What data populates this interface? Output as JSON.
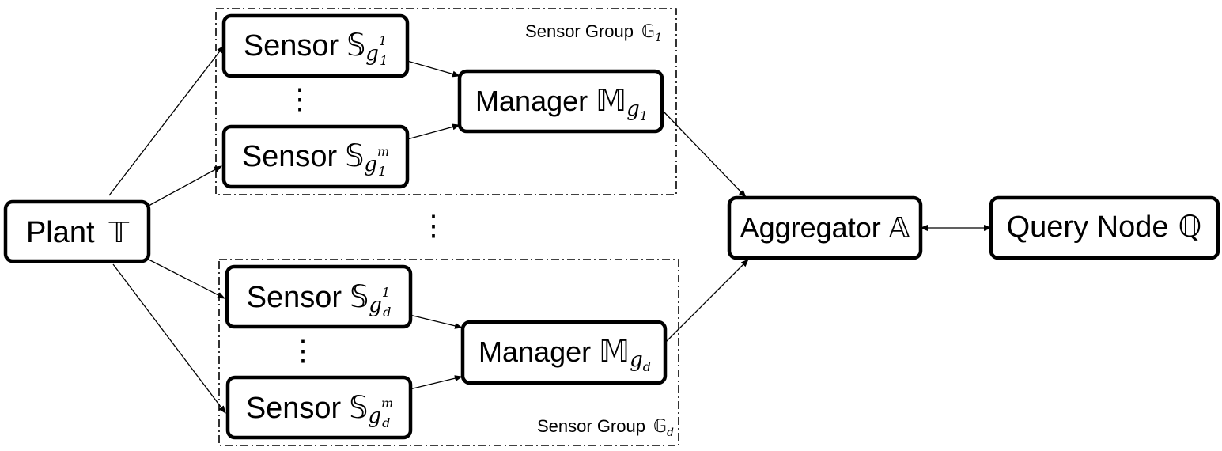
{
  "nodes": {
    "plant": {
      "label": "Plant",
      "symbol": "𝕋"
    },
    "sensor_g1_1": {
      "label": "Sensor",
      "symbol": "𝕊",
      "sub": "g",
      "sub_sub": "1",
      "sub_sup": "1"
    },
    "sensor_g1_m": {
      "label": "Sensor",
      "symbol": "𝕊",
      "sub": "g",
      "sub_sub": "1",
      "sub_sup": "m"
    },
    "manager_g1": {
      "label": "Manager",
      "symbol": "𝕄",
      "sub": "g",
      "sub_sub": "1"
    },
    "sensor_gd_1": {
      "label": "Sensor",
      "symbol": "𝕊",
      "sub": "g",
      "sub_sub": "d",
      "sub_sup": "1"
    },
    "sensor_gd_m": {
      "label": "Sensor",
      "symbol": "𝕊",
      "sub": "g",
      "sub_sub": "d",
      "sub_sup": "m"
    },
    "manager_gd": {
      "label": "Manager",
      "symbol": "𝕄",
      "sub": "g",
      "sub_sub": "d"
    },
    "aggregator": {
      "label": "Aggregator",
      "symbol": "𝔸"
    },
    "query": {
      "label": "Query Node",
      "symbol": "ℚ"
    }
  },
  "groups": {
    "g1": {
      "label": "Sensor Group",
      "symbol": "𝔾",
      "sub": "1"
    },
    "gd": {
      "label": "Sensor Group",
      "symbol": "𝔾",
      "sub": "d"
    }
  },
  "ellipsis": "⋮",
  "edges": [
    {
      "from": "plant",
      "to": "sensor_g1_1",
      "direction": "forward"
    },
    {
      "from": "plant",
      "to": "sensor_g1_m",
      "direction": "forward"
    },
    {
      "from": "plant",
      "to": "sensor_gd_1",
      "direction": "forward"
    },
    {
      "from": "plant",
      "to": "sensor_gd_m",
      "direction": "forward"
    },
    {
      "from": "sensor_g1_1",
      "to": "manager_g1",
      "direction": "forward"
    },
    {
      "from": "sensor_g1_m",
      "to": "manager_g1",
      "direction": "forward"
    },
    {
      "from": "sensor_gd_1",
      "to": "manager_gd",
      "direction": "forward"
    },
    {
      "from": "sensor_gd_m",
      "to": "manager_gd",
      "direction": "forward"
    },
    {
      "from": "manager_g1",
      "to": "aggregator",
      "direction": "forward"
    },
    {
      "from": "manager_gd",
      "to": "aggregator",
      "direction": "forward"
    },
    {
      "from": "aggregator",
      "to": "query",
      "direction": "both"
    }
  ]
}
